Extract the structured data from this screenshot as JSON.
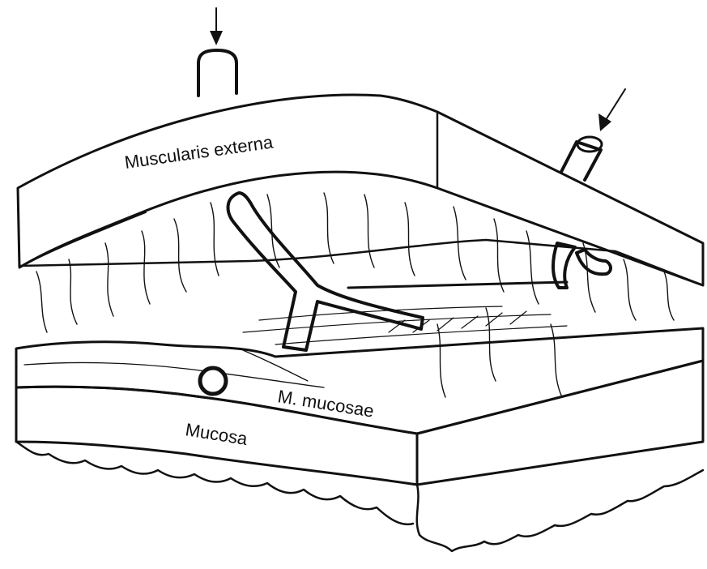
{
  "diagram": {
    "labels": {
      "muscularis_externa": "Muscularis externa",
      "m_mucosae": "M. mucosae",
      "mucosa": "Mucosa"
    },
    "colors": {
      "ink": "#111111",
      "paper": "#ffffff"
    }
  }
}
